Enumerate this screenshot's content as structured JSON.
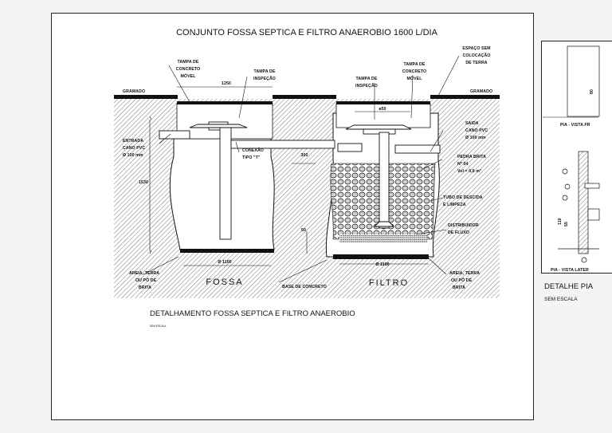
{
  "main_title": "CONJUNTO FOSSA SEPTICA E FILTRO ANAEROBIO 1600 L/DIA",
  "subtitle": "DETALHAMENTO FOSSA SEPTICA E FILTRO ANAEROBIO",
  "scale_note": "SEM ESCALA",
  "labels": {
    "tampa_concreto_l1": "TAMPA DE",
    "tampa_concreto_l2": "CONCRETO",
    "tampa_concreto_l3": "MÓVEL",
    "tampa_inspecao_l1": "TAMPA DE",
    "tampa_inspecao_l2": "INSPEÇÃO",
    "dim_1250": "1250",
    "dim_650": "ø50",
    "gramado": "GRAMADO",
    "espaco_l1": "ESPAÇO SEM",
    "espaco_l2": "COLOCAÇÃO",
    "espaco_l3": "DE TERRA",
    "entrada_l1": "ENTRADA",
    "entrada_l2": "CANO PVC",
    "entrada_l3": "Ø 100 mm",
    "saida_l1": "SAIDA",
    "saida_l2": "CANO PVC",
    "saida_l3": "Ø 100 mm",
    "conexao_l1": "CONEXÃO",
    "conexao_l2": "TIPO \"T\"",
    "dim_300": "300",
    "dim_1530": "1530",
    "dim_50": "50",
    "pedra_l1": "PEDRA BRITA",
    "pedra_l2": "Nº 04",
    "pedra_l3": "Vol = 0,6 m³",
    "tubo_l1": "TUBO DE DESCIDA",
    "tubo_l2": "E LIMPEZA",
    "distribuidor_l1": "DISTRIBUIDOR",
    "distribuidor_l2": "DE FLUXO",
    "dim_1100": "Ø 1100",
    "dim_1100b": "Ø 1100",
    "areia_l1": "AREIA, TERRA",
    "areia_l2": "OU PÓ DE",
    "areia_l3": "BRITA",
    "fossa": "FOSSA",
    "filtro": "FILTRO",
    "base_concreto": "BASE DE CONCRETO"
  },
  "side_detail": {
    "title": "DETALHE PIA",
    "scale": "SEM ESCALA",
    "vista_frontal": "PIA - VISTA FR",
    "vista_lateral": "PIA - VISTA LATER",
    "dim_110": "110",
    "dim_55": "55",
    "dim_80": "80"
  },
  "colors": {
    "line": "#111111",
    "hatch": "#555555",
    "paper": "#ffffff"
  }
}
